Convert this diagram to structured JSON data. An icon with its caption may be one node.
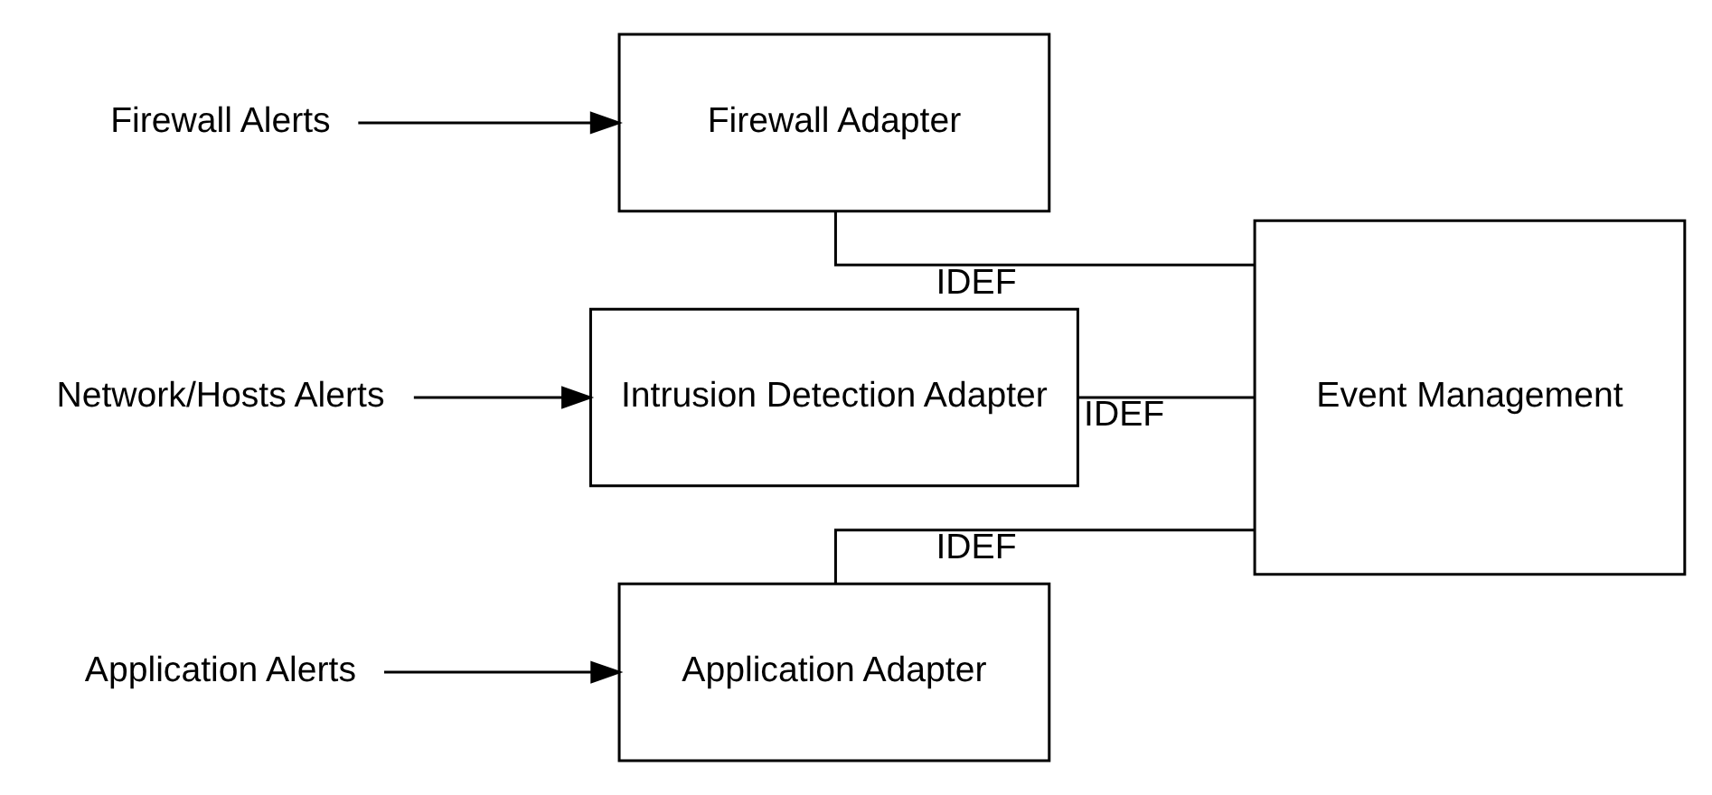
{
  "diagram": {
    "nodes": [
      {
        "text": [
          "Firewall Alerts"
        ]
      },
      {
        "text": [
          "Firewall Adapter"
        ]
      },
      {
        "text": [
          "Network/Hosts Alerts"
        ]
      },
      {
        "text": [
          "Intrusion Detection Adapter"
        ]
      },
      {
        "text": [
          "Event Management"
        ]
      },
      {
        "text": [
          "Application Alerts"
        ]
      },
      {
        "text": [
          "Application Adapter"
        ]
      }
    ],
    "edges": [
      {
        "from": 0,
        "to": 1,
        "arrow": "to"
      },
      {
        "from": 2,
        "to": 3,
        "arrow": "to"
      },
      {
        "from": 5,
        "to": 6,
        "arrow": "to"
      },
      {
        "from": 1,
        "to": 4,
        "arrow": "none",
        "label": "IDEF"
      },
      {
        "from": 3,
        "to": 4,
        "arrow": "none",
        "label": "IDEF"
      },
      {
        "from": 6,
        "to": 4,
        "arrow": "none",
        "label": "IDEF"
      }
    ]
  }
}
